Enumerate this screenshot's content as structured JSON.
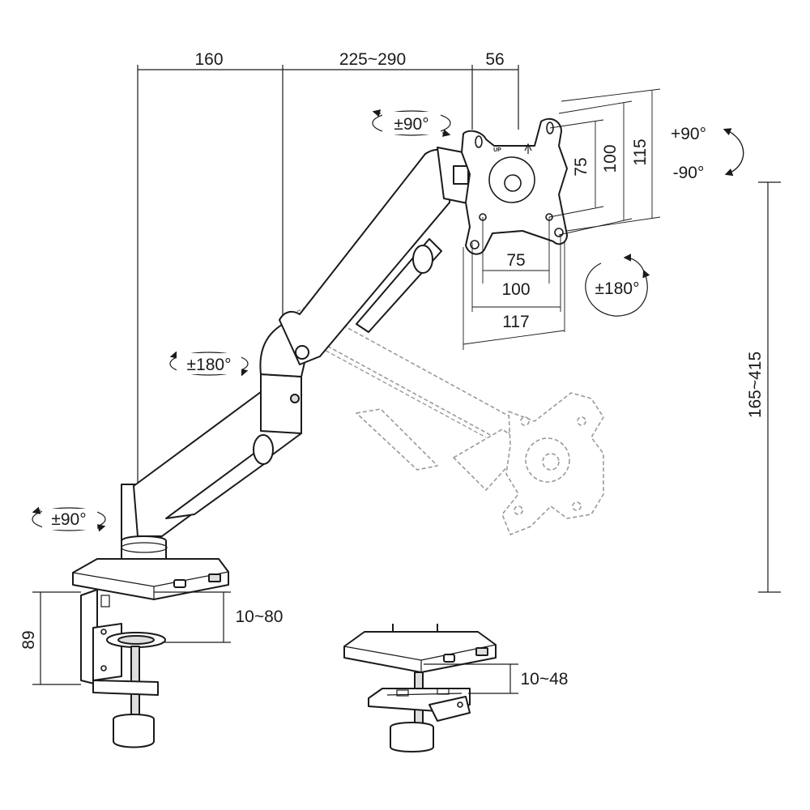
{
  "dimensions": {
    "arm_base_offset": "160",
    "arm_extension": "225~290",
    "plate_depth": "56",
    "plate_height_75": "75",
    "plate_height_100": "100",
    "plate_height_115": "115",
    "plate_width_75": "75",
    "plate_width_100": "100",
    "plate_width_117": "117",
    "height_range": "165~415",
    "clamp_height": "89",
    "clamp_range": "10~80",
    "grommet_range": "10~48"
  },
  "rotations": {
    "tilt_head": "±90°",
    "tilt_up": "+90°",
    "tilt_down": "-90°",
    "swivel_head": "±180°",
    "swivel_elbow": "±180°",
    "swivel_base": "±90°"
  },
  "plate_label": "UP"
}
